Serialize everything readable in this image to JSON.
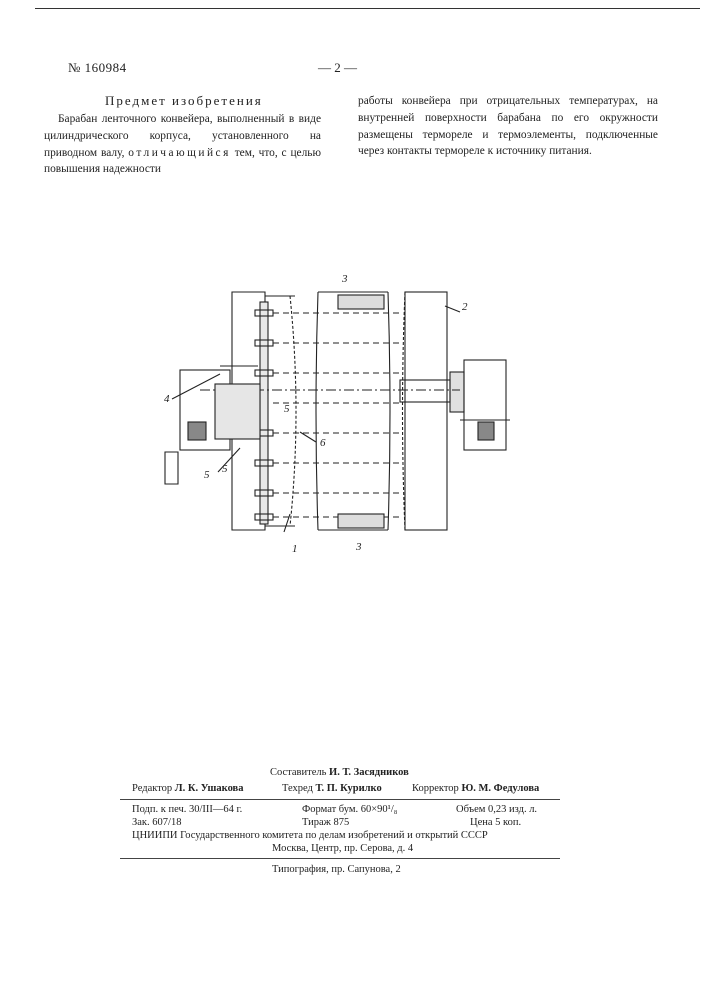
{
  "header": {
    "patent_number": "№ 160984",
    "page_number": "— 2 —"
  },
  "claim": {
    "heading": "Предмет изобретения",
    "col1_start": "Барабан ленточного конвейера, выполненный в виде цилиндрического корпуса, установленного на приводном валу,",
    "col1_spaced": "отличающийся",
    "col1_end": "тем, что, с целью повышения надежности",
    "col2": "работы конвейера при отрицательных температурах, на внутренней поверхности барабана по его окружности размещены термореле и термоэлементы, подключенные через контакты термореле к источнику питания."
  },
  "figure": {
    "labels": {
      "l1": "1",
      "l2": "2",
      "l3_top": "3",
      "l3_bottom": "3",
      "l4": "4",
      "l5_a": "5",
      "l5_b": "5",
      "l5_c": "5",
      "l6": "6"
    }
  },
  "colophon": {
    "compiler_label": "Составитель",
    "compiler_name": "И. Т. Засядников",
    "editor_label": "Редактор",
    "editor_name": "Л. К. Ушакова",
    "techred_label": "Техред",
    "techred_name": "Т. П. Курилко",
    "corrector_label": "Корректор",
    "corrector_name": "Ю. М. Федулова",
    "signed": "Подп. к печ. 30/III—64 г.",
    "format": "Формат бум. 60×90¹/₈",
    "volume": "Объем 0,23 изд. л.",
    "order": "Зак. 607/18",
    "circulation": "Тираж 875",
    "price": "Цена 5 коп.",
    "institute": "ЦНИИПИ Государственного комитета по делам изобретений и открытий СССР",
    "address": "Москва, Центр, пр. Серова, д. 4",
    "printer": "Типография, пр. Сапунова, 2"
  }
}
